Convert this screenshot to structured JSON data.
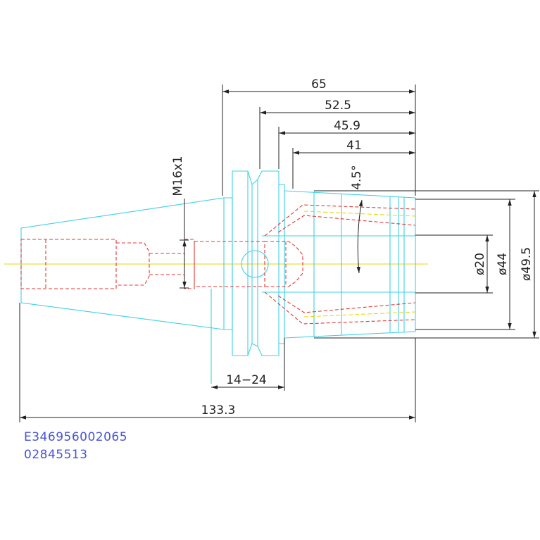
{
  "dimensions": {
    "top_65": "65",
    "top_52_5": "52.5",
    "top_45_9": "45.9",
    "top_41": "41",
    "thread": "M16x1",
    "angle": "4.5°",
    "dia_20": "ø20",
    "dia_44": "ø44",
    "dia_49_5": "ø49.5",
    "range_14_24": "14−24",
    "total_133_3": "133.3"
  },
  "codes": {
    "line1": "E346956002065",
    "line2": "02845513"
  },
  "colors": {
    "body_outline": "#3fd0e6",
    "hidden_lines": "#e23a3a",
    "center_line": "#e8d400",
    "dimension_lines": "#222222",
    "code_text": "#4a53d6"
  }
}
